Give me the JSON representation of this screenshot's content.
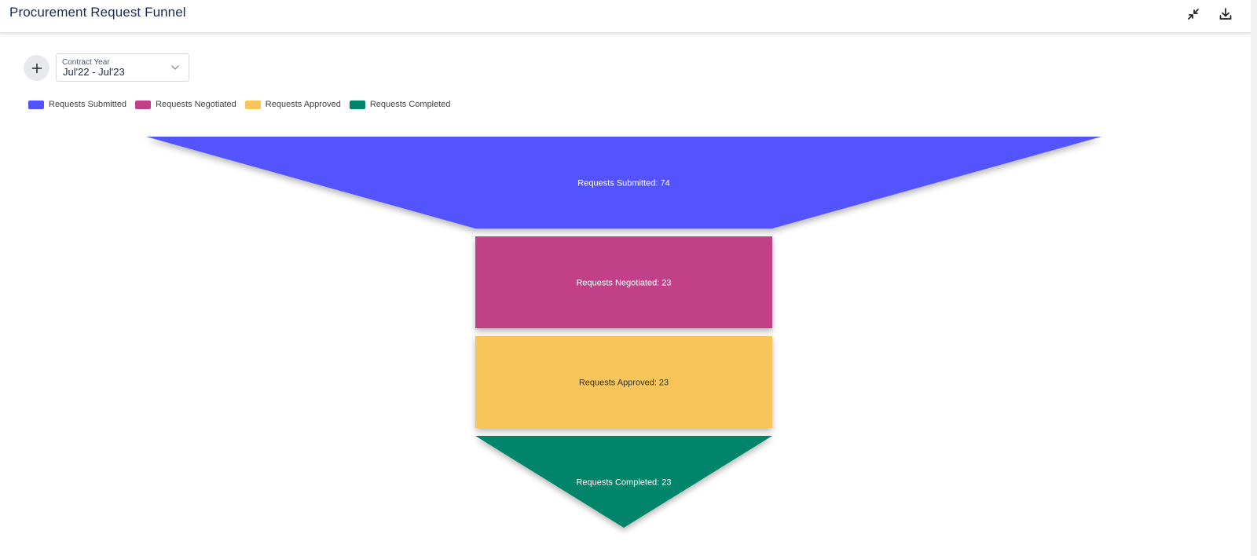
{
  "header": {
    "title": "Procurement Request Funnel",
    "collapse_icon": "collapse-arrows-icon",
    "download_icon": "download-icon"
  },
  "filters": {
    "add_icon": "plus-icon",
    "contract_year": {
      "label": "Contract Year",
      "value": "Jul'22 - Jul'23",
      "chevron_icon": "chevron-down-icon"
    }
  },
  "colors": {
    "submitted": "#5252ff",
    "negotiated": "#c23f87",
    "approved": "#f7c55a",
    "completed": "#00856b"
  },
  "chart_data": {
    "type": "funnel",
    "legend_position": "top-left",
    "categories": [
      "Requests Submitted",
      "Requests Negotiated",
      "Requests Approved",
      "Requests Completed"
    ],
    "values": [
      74,
      23,
      23,
      23
    ],
    "labels": [
      "Requests Submitted: 74",
      "Requests Negotiated: 23",
      "Requests Approved: 23",
      "Requests Completed: 23"
    ],
    "colors": [
      "#5252ff",
      "#c23f87",
      "#f7c55a",
      "#00856b"
    ],
    "label_colors": [
      "#ffffff",
      "#ffffff",
      "#333333",
      "#ffffff"
    ]
  }
}
